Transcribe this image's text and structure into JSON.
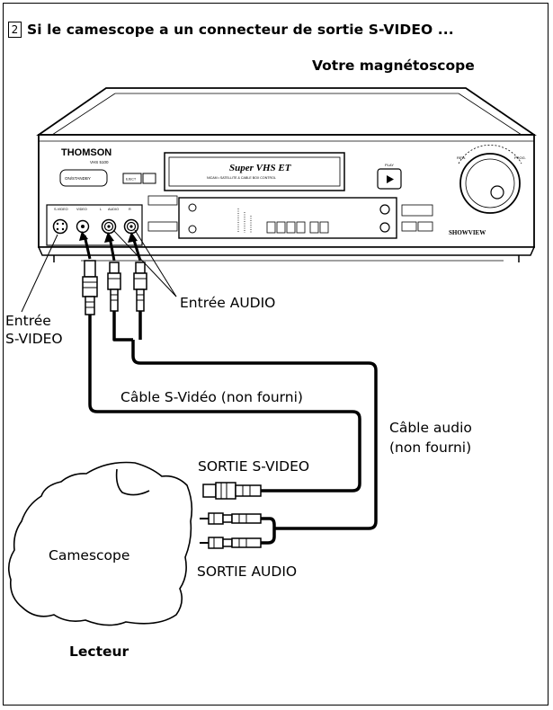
{
  "header": {
    "step_number": "2",
    "title": "Si le camescope a un connecteur de sortie S-VIDEO ..."
  },
  "vcr": {
    "caption": "Votre magnétoscope",
    "brand": "THOMSON",
    "model": "VHS 5100",
    "slot_title": "Super VHS ET",
    "slot_subtitle": "NICAM • SATELLITE & CABLE BOX CONTROL",
    "onstandby_label": "ON/STANDBY",
    "eject_label": "EJECT",
    "play_label": "PLAY",
    "rew_label": "REW.",
    "prog_label": "PROG.",
    "showview_label": "SHOWVIEW",
    "front_s_video": "S-VIDEO",
    "front_video": "VIDEO",
    "front_l": "L",
    "front_audio": "AUDIO",
    "front_r": "R"
  },
  "labels": {
    "entree_audio": "Entrée AUDIO",
    "entree_svideo_line1": "Entrée",
    "entree_svideo_line2": "S-VIDEO",
    "svideo_cable": "Câble S-Vidéo (non fourni)",
    "audio_cable_line1": "Câble audio",
    "audio_cable_line2": "(non fourni)",
    "sortie_svideo": "SORTIE S-VIDEO",
    "sortie_audio": "SORTIE AUDIO",
    "camescope": "Camescope",
    "lecteur": "Lecteur"
  }
}
